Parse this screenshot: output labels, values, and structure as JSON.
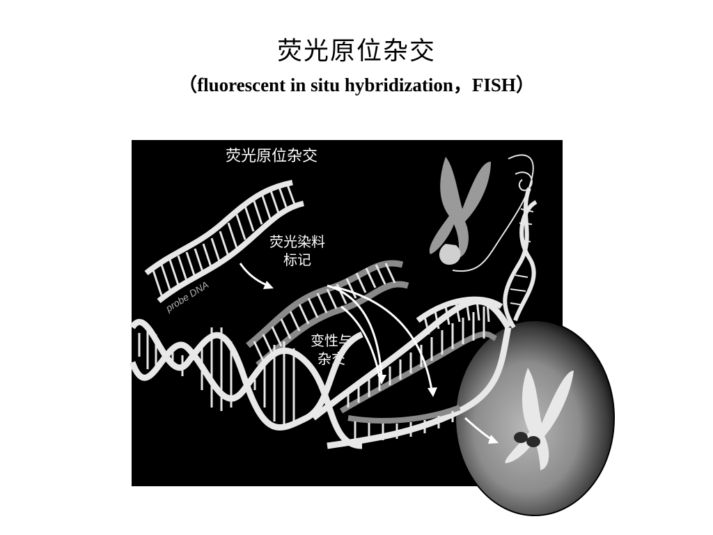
{
  "title": {
    "main": "荧光原位杂交",
    "sub": "（fluorescent in situ hybridization，FISH）"
  },
  "diagram": {
    "panel_title": "荧光原位杂交",
    "probe_label": "probe DNA",
    "step1_line1": "荧光染料",
    "step1_line2": "标记",
    "step2_line1": "变性与",
    "step2_line2": "杂交"
  },
  "colors": {
    "background": "#000000",
    "strand_light": "#e8e8e8",
    "strand_gray": "#8a8a8a",
    "chromosome_gray": "#9a9a9a"
  }
}
